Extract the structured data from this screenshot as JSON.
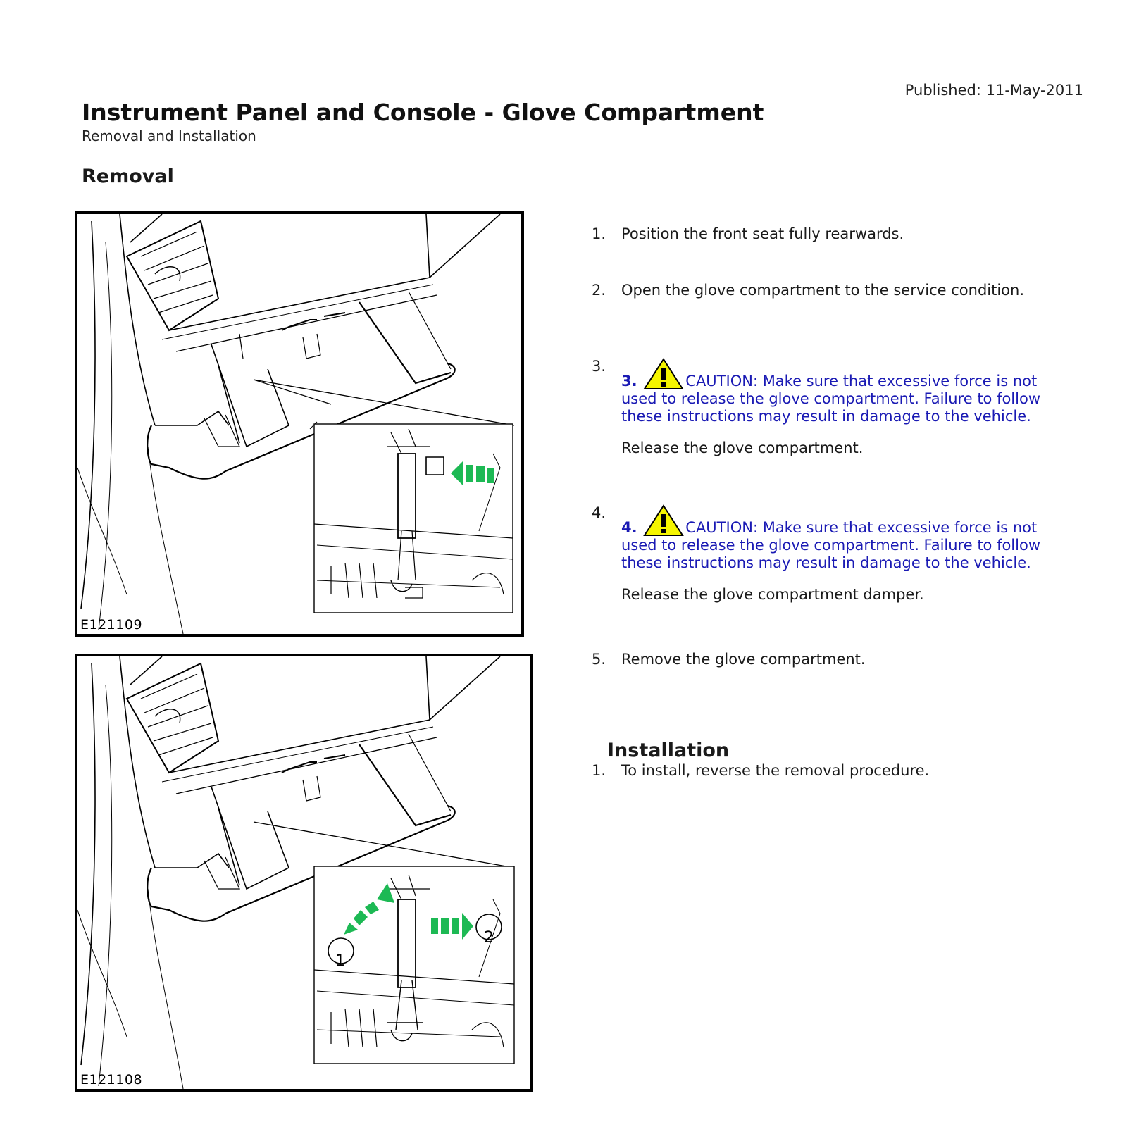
{
  "header": {
    "published": "Published: 11-May-2011",
    "title": "Instrument Panel and Console - Glove Compartment",
    "subtitle": "Removal and Installation"
  },
  "removal": {
    "heading": "Removal",
    "figures": [
      {
        "id": "E121109"
      },
      {
        "id": "E121108"
      }
    ],
    "steps": [
      {
        "num": "1.",
        "text": "Position the front seat fully rearwards."
      },
      {
        "num": "2.",
        "text": "Open the glove compartment to the service condition."
      },
      {
        "num": "3.",
        "bold": "3.",
        "caution": "CAUTION: Make sure that excessive force is not used to release the glove compartment. Failure to follow these instructions may result in damage to the vehicle.",
        "text": "Release the glove compartment.",
        "icon": "warning-triangle-icon"
      },
      {
        "num": "4.",
        "bold": "4.",
        "caution": "CAUTION: Make sure that excessive force is not used to release the glove compartment. Failure to follow these instructions may result in damage to the vehicle.",
        "text": "Release the glove compartment damper.",
        "icon": "warning-triangle-icon"
      },
      {
        "num": "5.",
        "text": "Remove the glove compartment."
      }
    ]
  },
  "installation": {
    "heading": "Installation",
    "steps": [
      {
        "num": "1.",
        "text": "To install, reverse the removal procedure."
      }
    ]
  },
  "callouts": {
    "one": "1",
    "two": "2"
  },
  "colors": {
    "caution_text": "#1a1ab4",
    "arrow": "#1db954",
    "warning_fill": "#f5f500"
  }
}
